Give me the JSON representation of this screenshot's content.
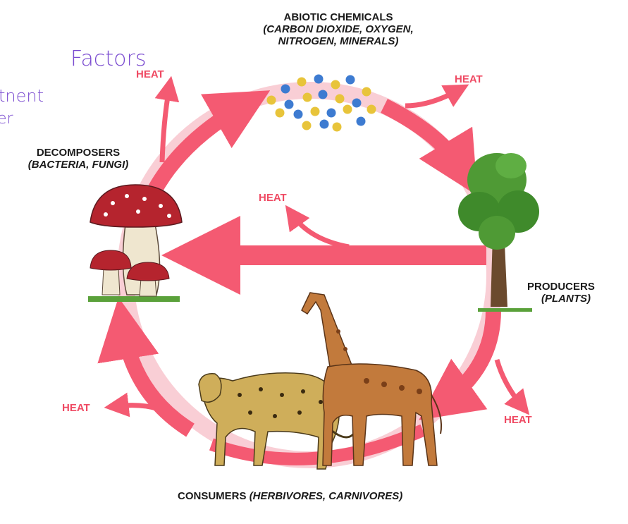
{
  "abiotic": {
    "title": "ABIOTIC CHEMICALS",
    "line1": "(CARBON DIOXIDE, OXYGEN,",
    "line2": "NITROGEN, MINERALS)"
  },
  "decomposers": {
    "title": "DECOMPOSERS",
    "sub": "(BACTERIA, FUNGI)"
  },
  "producers": {
    "title": "PRODUCERS",
    "sub": "(PLANTS)"
  },
  "consumers": {
    "title": "CONSUMERS",
    "sub": "(HERBIVORES, CARNIVORES)"
  },
  "heat_label": "HEAT",
  "annotations": {
    "word1": "Factors",
    "word2": "tnent",
    "word3": "er"
  },
  "colors": {
    "cycle_arrow": "#f45a72",
    "cycle_ring_light": "#f7b9c3",
    "heat": "#ef4a63",
    "molecule_blue": "#3d7bd1",
    "molecule_yellow": "#e8c43a",
    "handwriting": "#7a4bd0"
  },
  "icons": [
    "mushroom-icon",
    "tree-icon",
    "giraffe-icon",
    "leopard-icon",
    "molecule-icon"
  ]
}
